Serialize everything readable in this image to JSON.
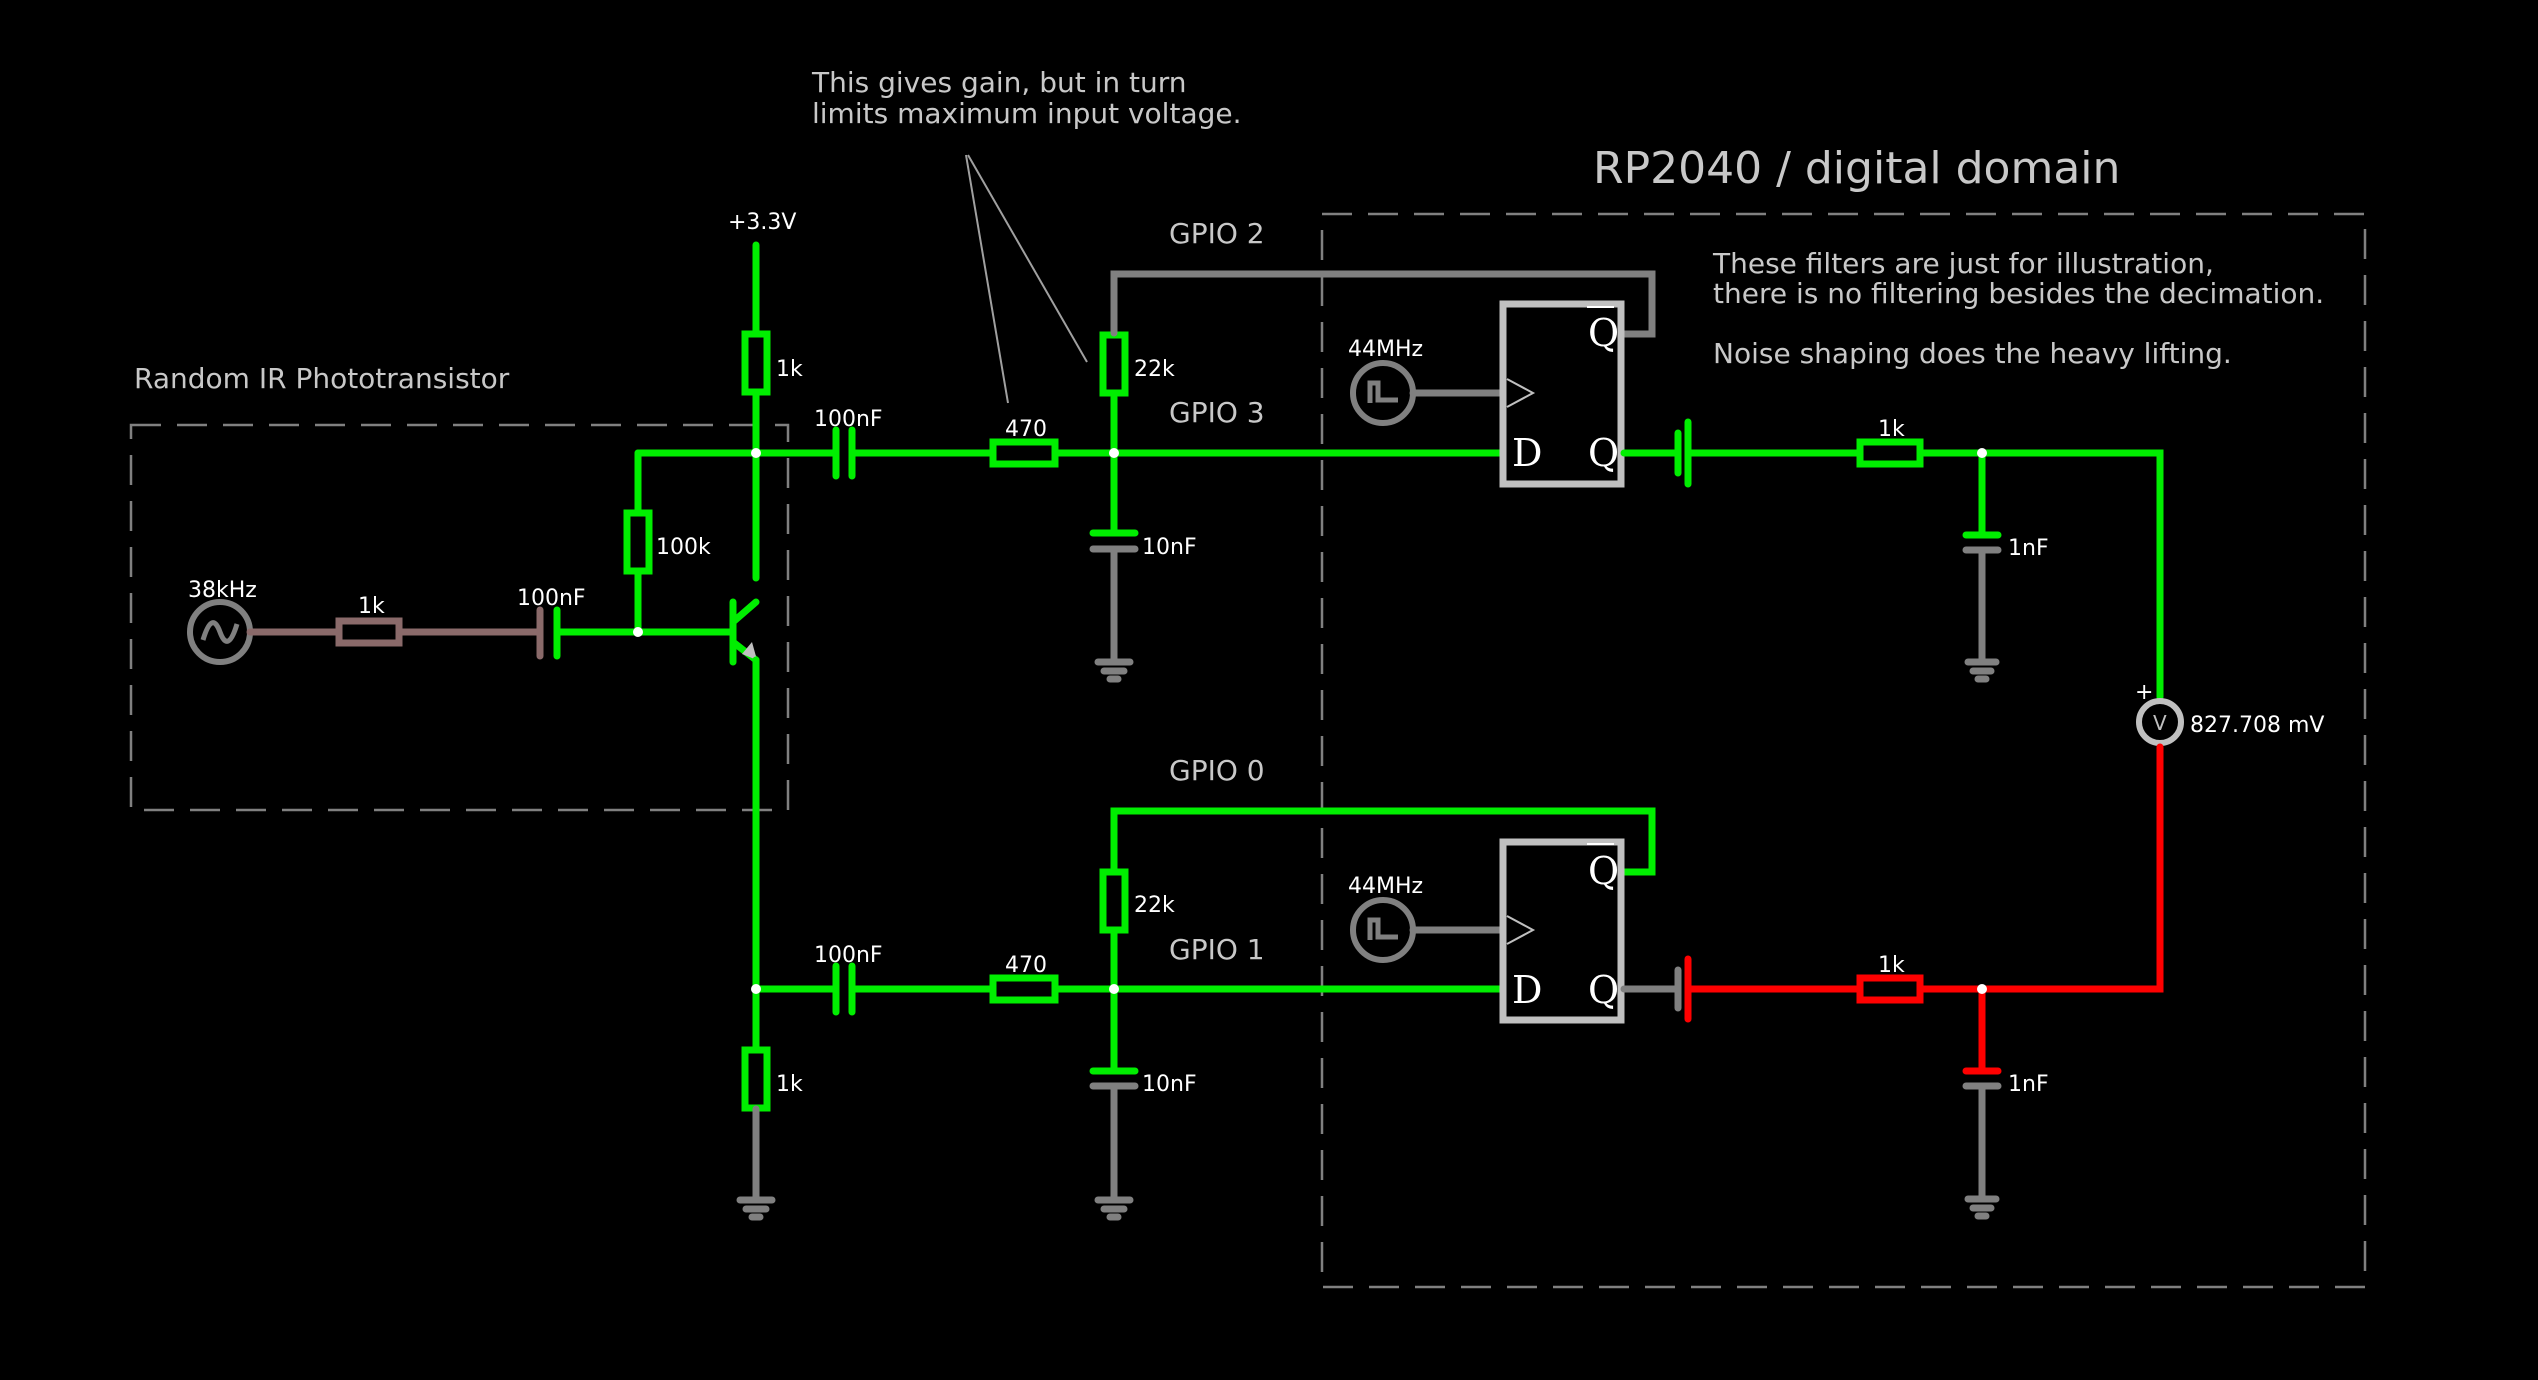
{
  "titles": {
    "analog_box": "Random IR Phototransistor",
    "digital_box": "RP2040 / digital domain"
  },
  "notes": {
    "gain_line1": "This gives gain, but in turn",
    "gain_line2": "limits maximum input voltage.",
    "filters_line1": "These filters are just for illustration,",
    "filters_line2": "there is no filtering besides the decimation.",
    "filters_line3": "Noise shaping does the heavy lifting."
  },
  "supply": {
    "label": "+3.3V"
  },
  "source": {
    "freq": "38kHz",
    "series_r": "1k",
    "coupling_c": "100nF"
  },
  "transistor_stage": {
    "bias_r": "100k",
    "collector_r": "1k",
    "emitter_r": "1k"
  },
  "top_channel": {
    "coupling_c": "100nF",
    "series_r": "470",
    "feedback_r": "22k",
    "shunt_c": "10nF",
    "gpio_in": "GPIO 3",
    "gpio_fb": "GPIO 2",
    "clock": "44MHz",
    "ff_d": "D",
    "ff_q": "Q",
    "ff_qbar": "Q",
    "out_r": "1k",
    "out_c": "1nF"
  },
  "bottom_channel": {
    "coupling_c": "100nF",
    "series_r": "470",
    "feedback_r": "22k",
    "shunt_c": "10nF",
    "gpio_in": "GPIO 1",
    "gpio_fb": "GPIO 0",
    "clock": "44MHz",
    "ff_d": "D",
    "ff_q": "Q",
    "ff_qbar": "Q",
    "out_r": "1k",
    "out_c": "1nF"
  },
  "voltmeter": {
    "symbol": "V",
    "plus": "+",
    "reading": "827.708 mV"
  },
  "colors": {
    "wire_high": "#00ee00",
    "wire_low": "#ff0000",
    "wire_neutral": "#808080",
    "background": "#000000"
  }
}
